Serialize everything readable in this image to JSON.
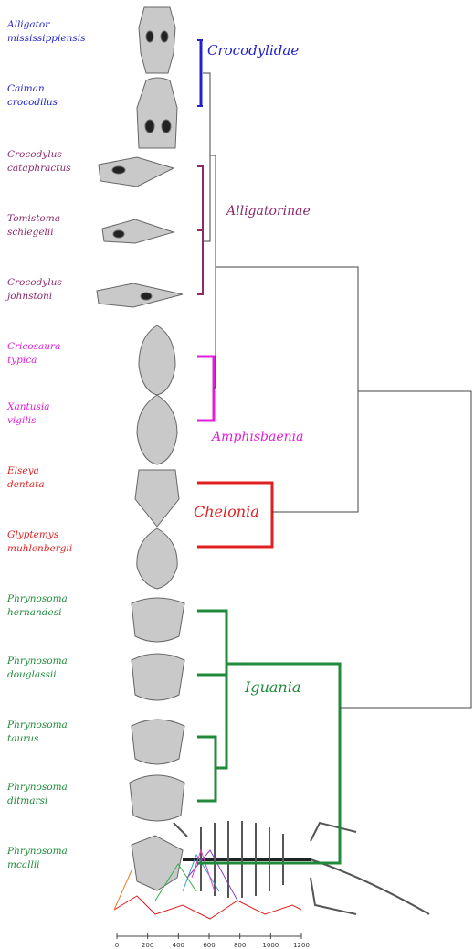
{
  "taxa": [
    {
      "genus": "Alligator",
      "species": "mississippiensis",
      "color": "#2222cc"
    },
    {
      "genus": "Caiman",
      "species": "crocodilus",
      "color": "#2222cc"
    },
    {
      "genus": "Crocodylus",
      "species": "cataphractus",
      "color": "#8b2a6a"
    },
    {
      "genus": "Tomistoma",
      "species": "schlegelii",
      "color": "#8b2a6a"
    },
    {
      "genus": "Crocodylus",
      "species": "johnstoni",
      "color": "#8b2a6a"
    },
    {
      "genus": "Cricosaura",
      "species": "typica",
      "color": "#e01fd8"
    },
    {
      "genus": "Xantusia",
      "species": "vigilis",
      "color": "#e01fd8"
    },
    {
      "genus": "Elseya",
      "species": "dentata",
      "color": "#e02020"
    },
    {
      "genus": "Glyptemys",
      "species": "muhlenbergii",
      "color": "#e02020"
    },
    {
      "genus": "Phrynosoma",
      "species": "hernandesi",
      "color": "#1f8a3a"
    },
    {
      "genus": "Phrynosoma",
      "species": "douglassii",
      "color": "#1f8a3a"
    },
    {
      "genus": "Phrynosoma",
      "species": "taurus",
      "color": "#1f8a3a"
    },
    {
      "genus": "Phrynosoma",
      "species": "ditmarsi",
      "color": "#1f8a3a"
    },
    {
      "genus": "Phrynosoma",
      "species": "mcallii",
      "color": "#1f8a3a"
    }
  ],
  "clades": [
    {
      "label": "Crocodylidae",
      "color": "#2222cc"
    },
    {
      "label": "Alligatorinae",
      "color": "#8b2a6a"
    },
    {
      "label": "Amphisbaenia",
      "color": "#e01fd8"
    },
    {
      "label": "Chelonia",
      "color": "#e02020"
    },
    {
      "label": "Iguania",
      "color": "#1f8a3a"
    }
  ],
  "scale_axis": {
    "ticks": [
      "0",
      "200",
      "400",
      "600",
      "800",
      "1000",
      "1200"
    ]
  },
  "colors": {
    "tree_line": "#444444",
    "skull_fill": "#c9c9c9",
    "skull_dark": "#222222",
    "skeleton": "#555555"
  }
}
